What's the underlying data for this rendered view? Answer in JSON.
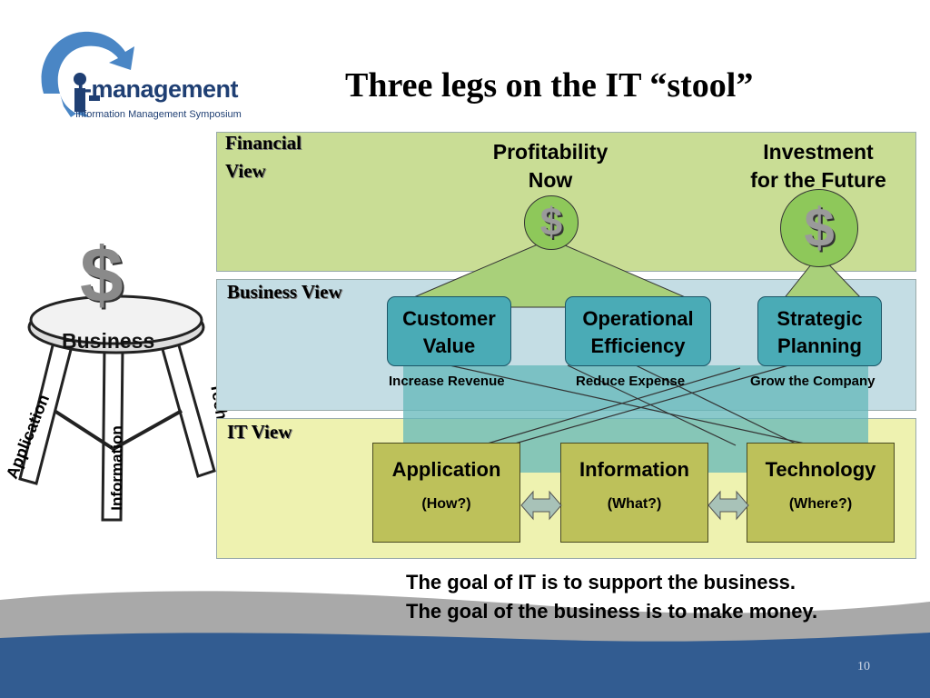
{
  "logo": {
    "name": "i-management",
    "tagline": "Information Management Symposium"
  },
  "title": "Three legs on the IT “stool”",
  "stool": {
    "seat_label": "Business",
    "leg_left": "Application",
    "leg_middle": "Information",
    "leg_right": "Technology",
    "symbol": "$"
  },
  "panels": {
    "financial": {
      "label_line1": "Financial",
      "label_line2": "View"
    },
    "business": {
      "label": "Business View"
    },
    "it": {
      "label": "IT View"
    }
  },
  "financial": {
    "profitability": {
      "line1": "Profitability",
      "line2": "Now",
      "symbol": "$"
    },
    "investment": {
      "line1": "Investment",
      "line2": "for the Future",
      "symbol": "$"
    }
  },
  "business_boxes": [
    {
      "line1": "Customer",
      "line2": "Value",
      "sub": "Increase Revenue"
    },
    {
      "line1": "Operational",
      "line2": "Efficiency",
      "sub": "Reduce Expense"
    },
    {
      "line1": "Strategic",
      "line2": "Planning",
      "sub": "Grow the Company"
    }
  ],
  "it_boxes": [
    {
      "title": "Application",
      "sub": "(How?)"
    },
    {
      "title": "Information",
      "sub": "(What?)"
    },
    {
      "title": "Technology",
      "sub": "(Where?)"
    }
  ],
  "goals": [
    "The goal of IT is to support the business.",
    "The goal of the business is to make money."
  ],
  "page_number": "10",
  "colors": {
    "financial_panel": "#c9dd95",
    "business_panel": "#c4dde4",
    "it_panel": "#eef2b0",
    "teal_box": "#4aabb6",
    "it_box": "#bdc15a",
    "dollar_circle": "#8ec85a",
    "footer_blue": "#325c91"
  }
}
